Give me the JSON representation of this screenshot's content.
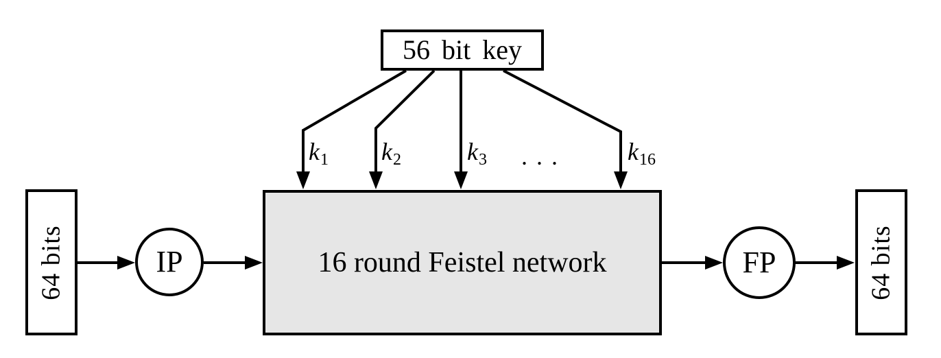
{
  "diagram": {
    "background_color": "#ffffff",
    "line_color": "#000000",
    "key_box": {
      "label": "56 bit key"
    },
    "round_key_labels": [
      {
        "var": "k",
        "sub": "1"
      },
      {
        "var": "k",
        "sub": "2"
      },
      {
        "var": "k",
        "sub": "3"
      },
      {
        "var": "k",
        "sub": "16"
      }
    ],
    "ellipsis": ". . .",
    "input_box": {
      "label": "64 bits"
    },
    "ip_node": {
      "label": "IP"
    },
    "feistel_box": {
      "label": "16 round Feistel network",
      "fill_color": "#e6e6e6"
    },
    "fp_node": {
      "label": "FP"
    },
    "output_box": {
      "label": "64 bits"
    }
  }
}
